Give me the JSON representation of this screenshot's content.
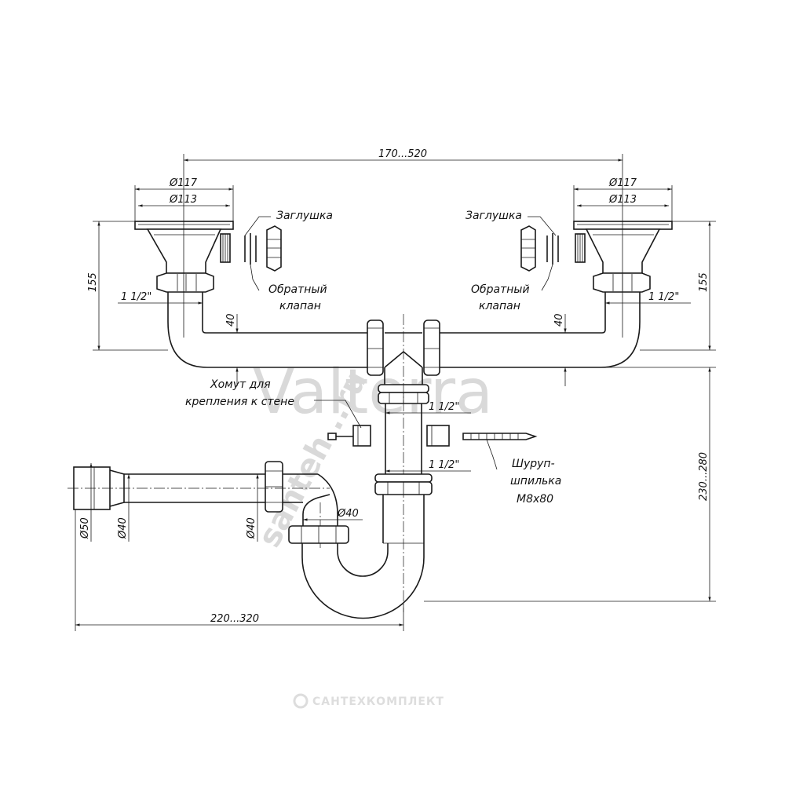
{
  "labels": {
    "plug_left": "Заглушка",
    "plug_right": "Заглушка",
    "valve_left_1": "Обратный",
    "valve_left_2": "клапан",
    "valve_right_1": "Обратный",
    "valve_right_2": "клапан",
    "clamp_1": "Хомут для",
    "clamp_2": "крепления к стене",
    "screw_1": "Шуруп-",
    "screw_2": "шпилька",
    "screw_3": "М8х80"
  },
  "dimensions": {
    "top_span": "170...520",
    "left_d117": "Ø117",
    "left_d113": "Ø113",
    "right_d117": "Ø117",
    "right_d113": "Ø113",
    "left_height": "155",
    "right_height": "155",
    "left_thread": "1 1/2\"",
    "right_thread": "1 1/2\"",
    "left_40": "40",
    "right_40": "40",
    "center_thread_top": "1 1/2\"",
    "center_thread_bottom": "1 1/2\"",
    "trap_d40": "Ø40",
    "outlet_d50": "Ø50",
    "outlet_d40": "Ø40",
    "pipe_d40": "Ø40",
    "right_vertical": "230...280",
    "bottom_span": "220...320"
  },
  "watermarks": {
    "brand": "Valterra",
    "site": "santeh...ru",
    "company": "САНТЕХКОМПЛЕКТ"
  }
}
